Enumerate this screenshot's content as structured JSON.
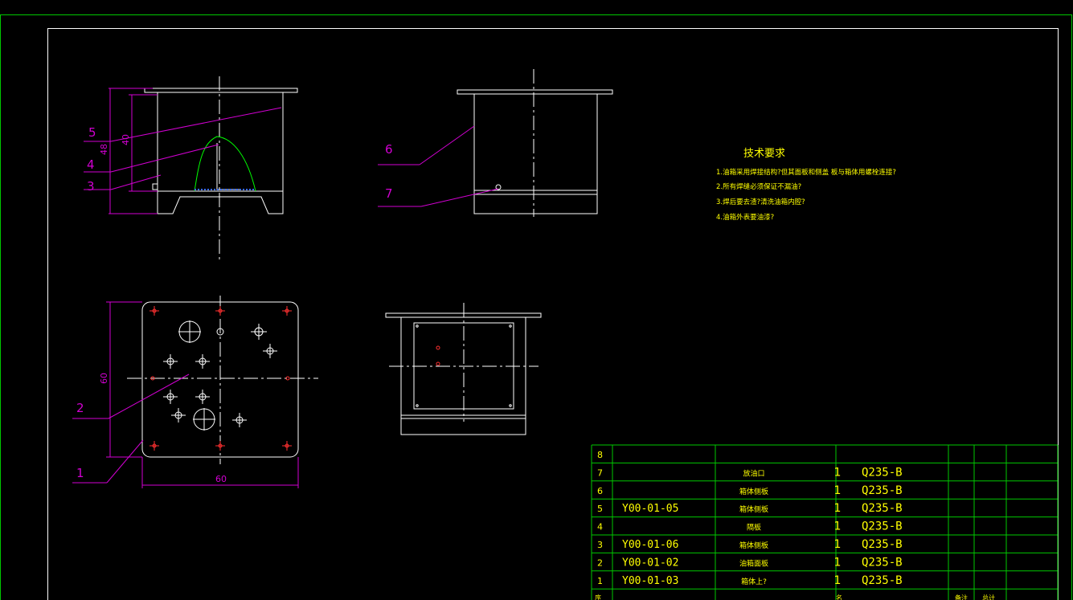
{
  "colors": {
    "background": "#000000",
    "frame": "#00c800",
    "border": "#ffffff",
    "drawing": "#ffffff",
    "leader": "#d200d2",
    "center": "#ffffff",
    "contour": "#00ff00",
    "weld": "#3a6cff",
    "hole_mark": "#ff3030",
    "note_title": "#ffff00",
    "note_text": "#ffff00",
    "table_line": "#00c800",
    "table_text": "#ffff00"
  },
  "part_numbers": {
    "front_view": [
      "5",
      "4",
      "3"
    ],
    "side_view": [
      "6",
      "7"
    ],
    "top_view": [
      "2",
      "1"
    ]
  },
  "dimensions": {
    "front_total_height": "48",
    "front_inner_height": "40",
    "top_height": "60",
    "top_width": "60"
  },
  "notes": {
    "title": "技术要求",
    "lines": [
      "1.油箱采用焊接结构?但其面板和侧盖     板与箱体用螺栓连接?",
      "2.所有焊缝必须保证不漏油?",
      "3.焊后要去渣?清洗油箱内腔?",
      "4.油箱外表要油漆?"
    ]
  },
  "bom": {
    "rows": [
      {
        "no": "8",
        "code": "",
        "name": "",
        "qty": "",
        "material": ""
      },
      {
        "no": "7",
        "code": "",
        "name": "放油口",
        "qty": "1",
        "material": "Q235-B"
      },
      {
        "no": "6",
        "code": "",
        "name": "箱体侧板",
        "qty": "1",
        "material": "Q235-B"
      },
      {
        "no": "5",
        "code": "Y00-01-05",
        "name": "箱体侧板",
        "qty": "1",
        "material": "Q235-B"
      },
      {
        "no": "4",
        "code": "",
        "name": "隔板",
        "qty": "1",
        "material": "Q235-B"
      },
      {
        "no": "3",
        "code": "Y00-01-06",
        "name": "箱体侧板",
        "qty": "1",
        "material": "Q235-B"
      },
      {
        "no": "2",
        "code": "Y00-01-02",
        "name": "油箱面板",
        "qty": "1",
        "material": "Q235-B"
      },
      {
        "no": "1",
        "code": "Y00-01-03",
        "name": "箱体上?",
        "qty": "1",
        "material": "Q235-B"
      }
    ],
    "header": {
      "no": "序",
      "name": "名",
      "c1": "备注",
      "c2": "总计"
    }
  }
}
